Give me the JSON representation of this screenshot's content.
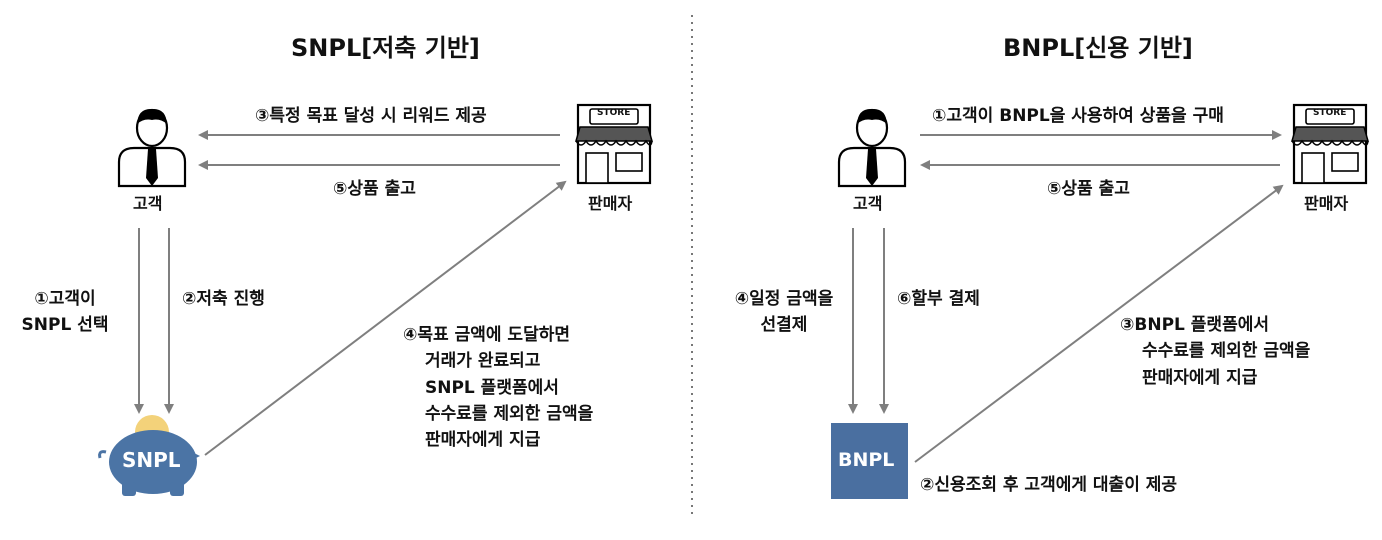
{
  "left": {
    "title": "SNPL[저축 기반]",
    "customer_label": "고객",
    "seller_label": "판매자",
    "store_sign": "STORE",
    "piggy_label": "SNPL",
    "arrow_reward": "③특정 목표 달성 시 리워드 제공",
    "arrow_ship": "⑤상품 출고",
    "step1_line1": "①고객이",
    "step1_line2": "SNPL 선택",
    "step2": "②저축 진행",
    "step4_line1": "④목표 금액에 도달하면",
    "step4_line2": "거래가 완료되고",
    "step4_line3": "SNPL 플랫폼에서",
    "step4_line4": "수수료를 제외한 금액을",
    "step4_line5": "판매자에게 지급"
  },
  "right": {
    "title": "BNPL[신용 기반]",
    "customer_label": "고객",
    "seller_label": "판매자",
    "store_sign": "STORE",
    "box_label": "BNPL",
    "arrow_buy": "①고객이 BNPL을 사용하여 상품을 구매",
    "arrow_ship": "⑤상품 출고",
    "step4_line1": "④일정 금액을",
    "step4_line2": "선결제",
    "step6": "⑥할부 결제",
    "step3_line1": "③BNPL 플랫폼에서",
    "step3_line2": "수수료를 제외한 금액을",
    "step3_line3": "판매자에게 지급",
    "step2": "②신용조회 후 고객에게 대출이 제공"
  },
  "colors": {
    "arrow": "#7f7f7f",
    "bnpl_box": "#4a6fa0",
    "piggy": "#4b74a5",
    "coin": "#f3d27a",
    "store_awning": "#555555"
  }
}
